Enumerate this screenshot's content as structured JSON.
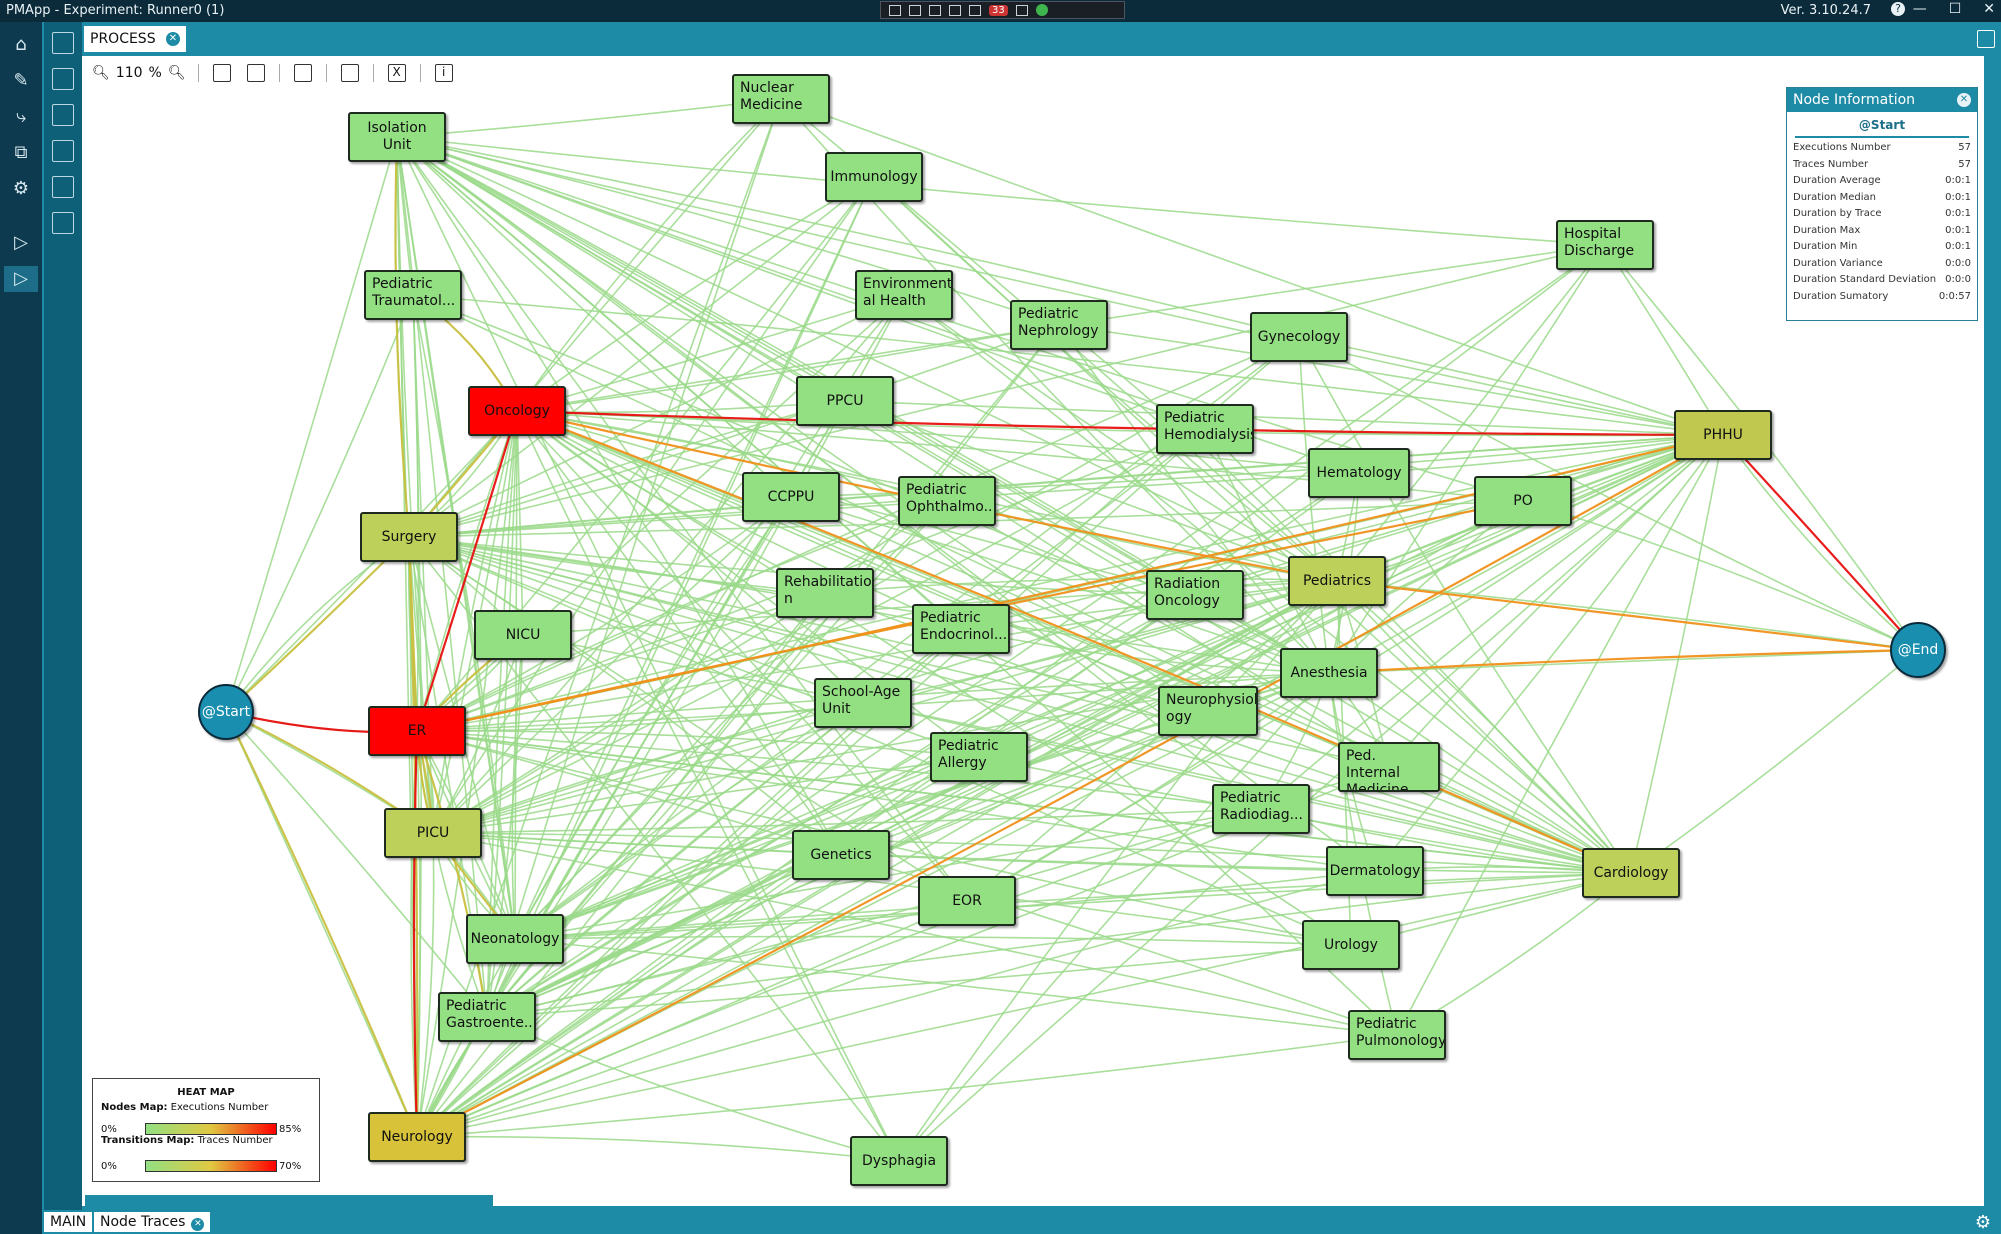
{
  "window": {
    "app_title": "PMApp",
    "title_separator": "-",
    "experiment_title": "Experiment: Runner0 (1)",
    "version": "Ver. 3.10.24.7",
    "help": "?",
    "minimize": "—",
    "maximize": "☐",
    "close": "✕",
    "record_count": "33"
  },
  "tabs": {
    "process_label": "PROCESS",
    "close": "✕"
  },
  "toolbar": {
    "zoom_value": "110",
    "zoom_unit": "%",
    "export_x": "X",
    "info_i": "i"
  },
  "node_info": {
    "title": "Node Information",
    "close": "✕",
    "node_name": "@Start",
    "rows": [
      {
        "label": "Executions Number",
        "value": "57"
      },
      {
        "label": "Traces Number",
        "value": "57"
      },
      {
        "label": "Duration Average",
        "value": "0:0:1"
      },
      {
        "label": "Duration Median",
        "value": "0:0:1"
      },
      {
        "label": "Duration by Trace",
        "value": "0:0:1"
      },
      {
        "label": "Duration Max",
        "value": "0:0:1"
      },
      {
        "label": "Duration Min",
        "value": "0:0:1"
      },
      {
        "label": "Duration Variance",
        "value": "0:0:0"
      },
      {
        "label": "Duration Standard Deviation",
        "value": "0:0:0"
      },
      {
        "label": "Duration Sumatory",
        "value": "0:0:57"
      }
    ]
  },
  "heat_map": {
    "title": "HEAT MAP",
    "nodes_map_label": "Nodes Map:",
    "nodes_map_metric": "Executions Number",
    "nodes_min": "0%",
    "nodes_max": "85%",
    "transitions_map_label": "Transitions Map:",
    "transitions_map_metric": "Traces Number",
    "trans_min": "0%",
    "trans_max": "70%"
  },
  "bottom_tabs": {
    "main": "MAIN",
    "node_traces": "Node Traces",
    "close": "✕"
  },
  "colors": {
    "node_low": "#93e083",
    "node_mid": "#bcd05a",
    "node_high": "#ff0000",
    "node_yellow": "#d8c23a",
    "edge_low": "#9ad98a",
    "edge_mid": "#c8c040",
    "edge_orange": "#f0901a",
    "edge_red": "#e81010",
    "start_end": "#1a8eaf"
  },
  "graph": {
    "start": {
      "label": "@Start"
    },
    "end": {
      "label": "@End"
    },
    "nodes": [
      {
        "id": "nuclear",
        "label": "Nuclear\nMedicine",
        "heat": "low"
      },
      {
        "id": "isolation",
        "label": "Isolation Unit",
        "heat": "low"
      },
      {
        "id": "immunology",
        "label": "Immunology",
        "heat": "low"
      },
      {
        "id": "hospdis",
        "label": "Hospital\nDischarge",
        "heat": "low"
      },
      {
        "id": "pedtrauma",
        "label": "Pediatric\nTraumatol...",
        "heat": "low"
      },
      {
        "id": "envhealth",
        "label": "Environment\nal Health",
        "heat": "low"
      },
      {
        "id": "pednephro",
        "label": "Pediatric\nNephrology",
        "heat": "low"
      },
      {
        "id": "gyneco",
        "label": "Gynecology",
        "heat": "low"
      },
      {
        "id": "oncology",
        "label": "Oncology",
        "heat": "high"
      },
      {
        "id": "ppcu",
        "label": "PPCU",
        "heat": "low"
      },
      {
        "id": "pedhemo",
        "label": "Pediatric\nHemodialysis",
        "heat": "low"
      },
      {
        "id": "phhu",
        "label": "PHHU",
        "heat": "mid2"
      },
      {
        "id": "hematology",
        "label": "Hematology",
        "heat": "low"
      },
      {
        "id": "ccppu",
        "label": "CCPPU",
        "heat": "low"
      },
      {
        "id": "pedophth",
        "label": "Pediatric\nOphthalmo...",
        "heat": "low"
      },
      {
        "id": "po",
        "label": "PO",
        "heat": "low"
      },
      {
        "id": "surgery",
        "label": "Surgery",
        "heat": "mid"
      },
      {
        "id": "rehab",
        "label": "Rehabilitatio\nn",
        "heat": "low"
      },
      {
        "id": "radonc",
        "label": "Radiation\nOncology",
        "heat": "low"
      },
      {
        "id": "pediatrics",
        "label": "Pediatrics",
        "heat": "mid"
      },
      {
        "id": "nicu",
        "label": "NICU",
        "heat": "low"
      },
      {
        "id": "pedendo",
        "label": "Pediatric\nEndocrinol...",
        "heat": "low"
      },
      {
        "id": "anesthesia",
        "label": "Anesthesia",
        "heat": "low"
      },
      {
        "id": "schoolage",
        "label": "School-Age\nUnit",
        "heat": "low"
      },
      {
        "id": "neurophys",
        "label": "Neurophysiol\nogy",
        "heat": "low"
      },
      {
        "id": "er",
        "label": "ER",
        "heat": "high"
      },
      {
        "id": "pedallergy",
        "label": "Pediatric\nAllergy",
        "heat": "low"
      },
      {
        "id": "pedinternal",
        "label": "Ped. Internal\nMedicine",
        "heat": "low"
      },
      {
        "id": "pedradio",
        "label": "Pediatric\nRadiodiag...",
        "heat": "low"
      },
      {
        "id": "picu",
        "label": "PICU",
        "heat": "mid"
      },
      {
        "id": "genetics",
        "label": "Genetics",
        "heat": "low"
      },
      {
        "id": "dermatology",
        "label": "Dermatology",
        "heat": "low"
      },
      {
        "id": "cardiology",
        "label": "Cardiology",
        "heat": "mid"
      },
      {
        "id": "eor",
        "label": "EOR",
        "heat": "low"
      },
      {
        "id": "neonatology",
        "label": "Neonatology",
        "heat": "low"
      },
      {
        "id": "urology",
        "label": "Urology",
        "heat": "low"
      },
      {
        "id": "pedgastro",
        "label": "Pediatric\nGastroente...",
        "heat": "low"
      },
      {
        "id": "pedpulmo",
        "label": "Pediatric\nPulmonology",
        "heat": "low"
      },
      {
        "id": "neurology",
        "label": "Neurology",
        "heat": "yellow"
      },
      {
        "id": "dysphagia",
        "label": "Dysphagia",
        "heat": "low"
      }
    ]
  }
}
